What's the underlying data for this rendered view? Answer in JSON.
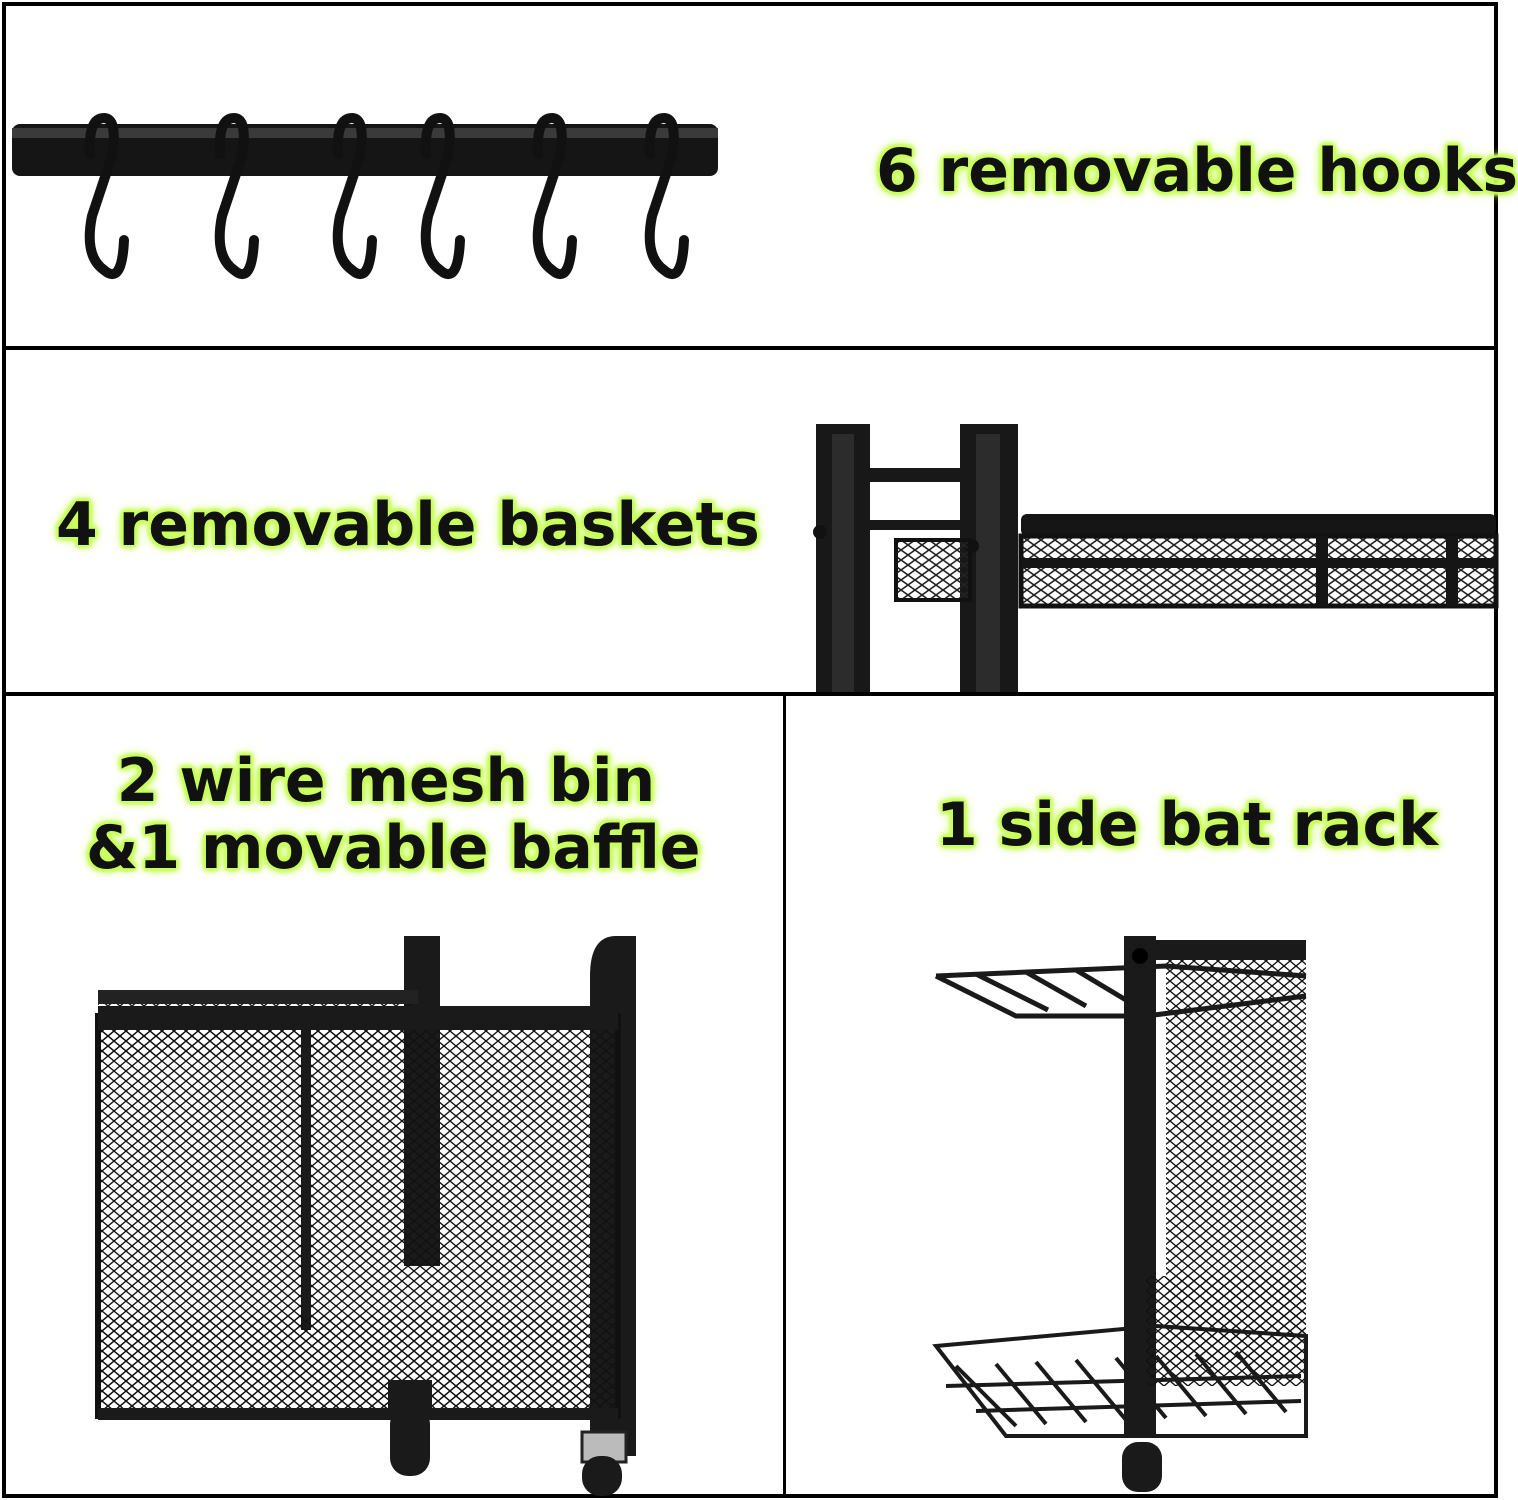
{
  "panels": {
    "hooks": {
      "caption": "6 removable hooks",
      "illustration": "hooks-on-bar"
    },
    "baskets": {
      "caption": "4 removable baskets",
      "illustration": "basket-frame"
    },
    "bins": {
      "caption_line1": "2 wire mesh bin",
      "caption_line2": "&1 movable baffle",
      "illustration": "mesh-bin-cart"
    },
    "bat_rack": {
      "caption": "1 side bat rack",
      "illustration": "side-bat-rack"
    }
  },
  "colors": {
    "highlight": "#c8ff5a",
    "metal": "#1a1a1a",
    "border": "#000000"
  },
  "counts": {
    "hooks": 6
  }
}
